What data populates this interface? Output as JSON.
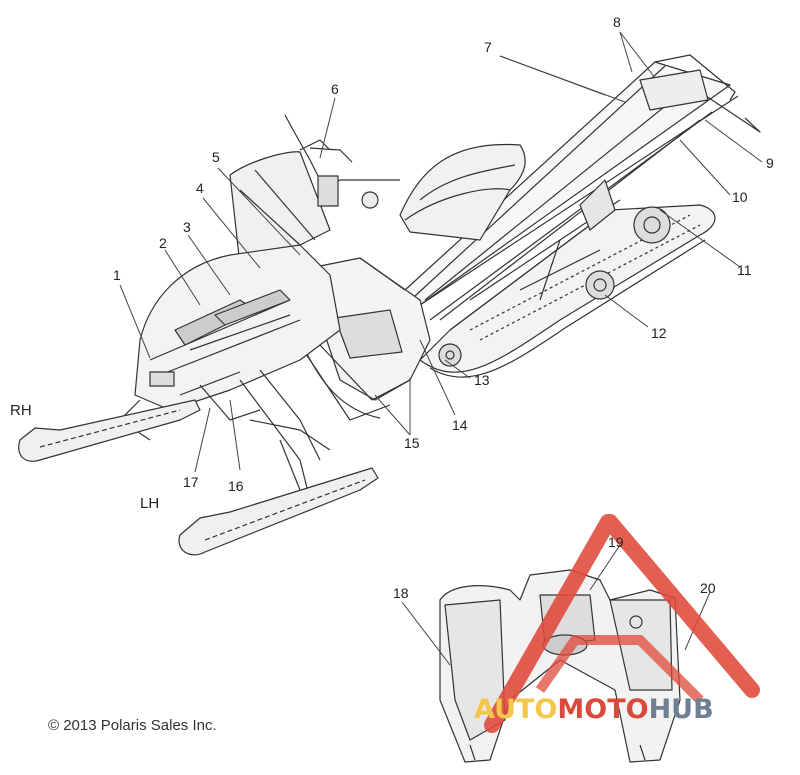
{
  "callouts": [
    "1",
    "2",
    "3",
    "4",
    "5",
    "6",
    "7",
    "8",
    "9",
    "10",
    "11",
    "12",
    "13",
    "14",
    "15",
    "16",
    "17",
    "18",
    "19",
    "20"
  ],
  "side_labels": {
    "rh": "RH",
    "lh": "LH"
  },
  "copyright": "© 2013 Polaris Sales Inc.",
  "watermark": {
    "part1": "AUTO",
    "part2": "MOTO",
    "part3": "HUB"
  },
  "colors": {
    "line": "#333333",
    "watermark_red": "#e0493a",
    "watermark_yellow": "#f4c64a",
    "watermark_gray": "#6f7f93"
  }
}
